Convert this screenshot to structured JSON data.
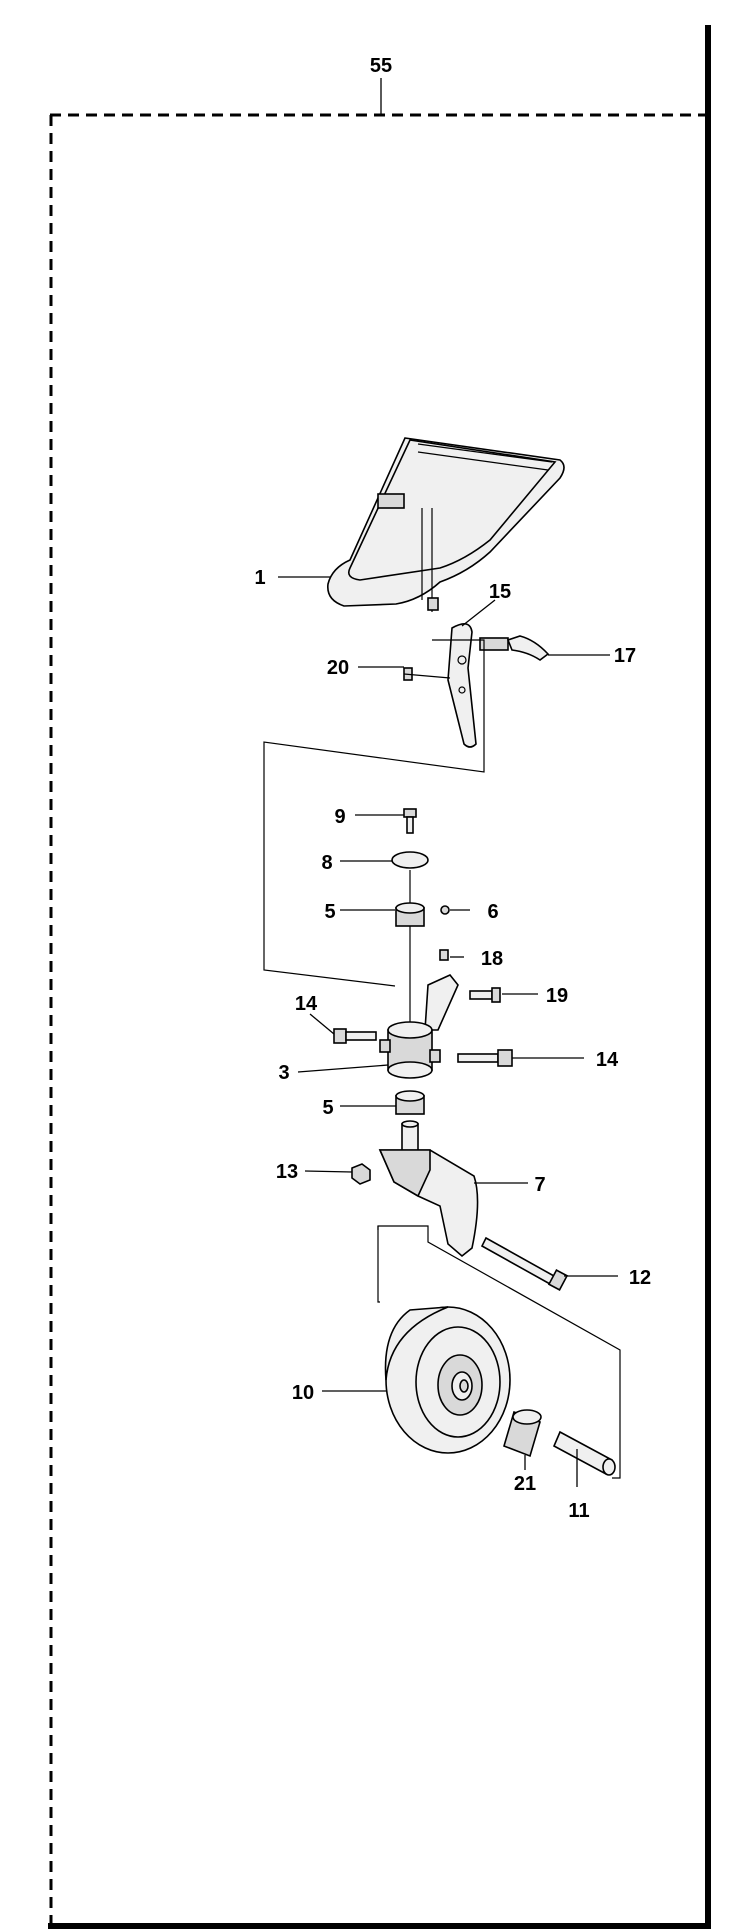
{
  "diagram": {
    "section_ref": "55",
    "callouts": [
      {
        "id": "1",
        "text": "1"
      },
      {
        "id": "15",
        "text": "15"
      },
      {
        "id": "17",
        "text": "17"
      },
      {
        "id": "20",
        "text": "20"
      },
      {
        "id": "9",
        "text": "9"
      },
      {
        "id": "8",
        "text": "8"
      },
      {
        "id": "5a",
        "text": "5"
      },
      {
        "id": "6",
        "text": "6"
      },
      {
        "id": "18",
        "text": "18"
      },
      {
        "id": "19",
        "text": "19"
      },
      {
        "id": "14a",
        "text": "14"
      },
      {
        "id": "3",
        "text": "3"
      },
      {
        "id": "14b",
        "text": "14"
      },
      {
        "id": "5b",
        "text": "5"
      },
      {
        "id": "13",
        "text": "13"
      },
      {
        "id": "7",
        "text": "7"
      },
      {
        "id": "12",
        "text": "12"
      },
      {
        "id": "10",
        "text": "10"
      },
      {
        "id": "21",
        "text": "21"
      },
      {
        "id": "11",
        "text": "11"
      }
    ]
  }
}
